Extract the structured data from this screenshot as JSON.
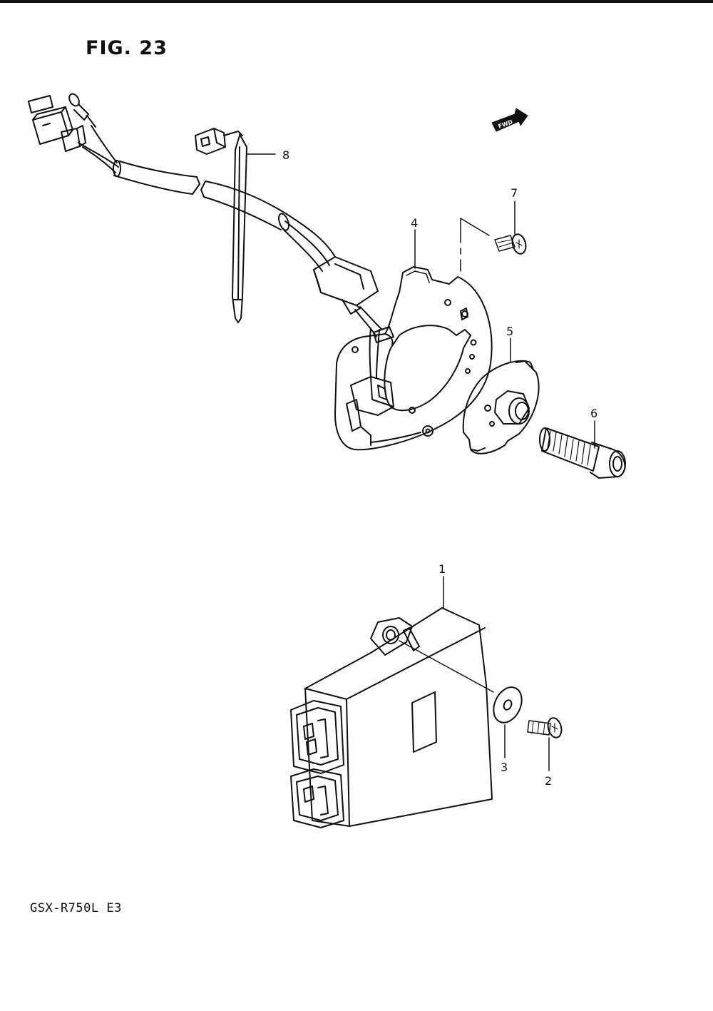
{
  "figure": {
    "title": "FIG. 23",
    "model": "GSX-R750L  E3",
    "direction_label": "FWD"
  },
  "callouts": [
    {
      "id": "8",
      "label": "8"
    },
    {
      "id": "7",
      "label": "7"
    },
    {
      "id": "4",
      "label": "4"
    },
    {
      "id": "5",
      "label": "5"
    },
    {
      "id": "6",
      "label": "6"
    },
    {
      "id": "1",
      "label": "1"
    },
    {
      "id": "3",
      "label": "3"
    },
    {
      "id": "2",
      "label": "2"
    }
  ]
}
